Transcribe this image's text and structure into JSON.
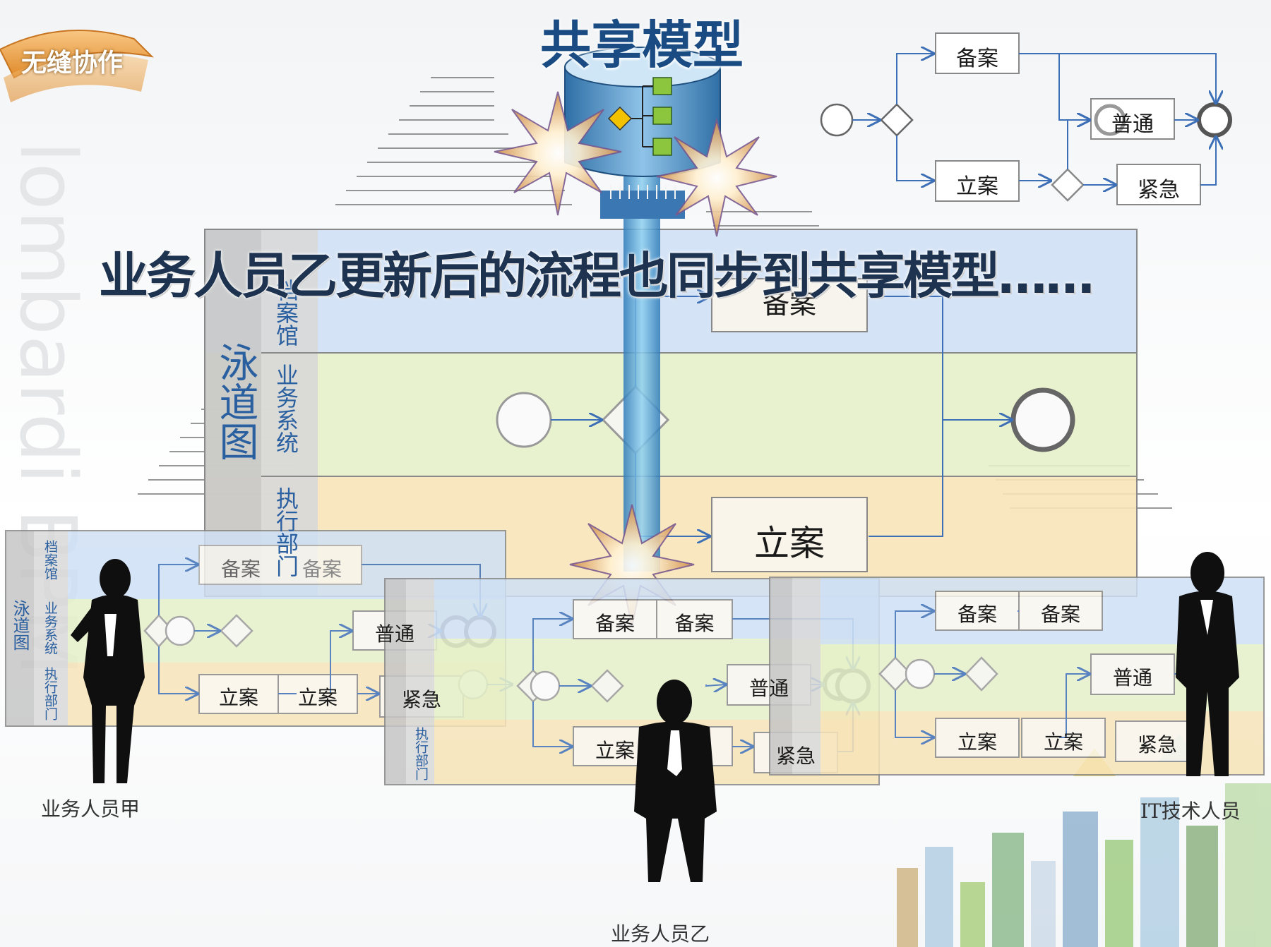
{
  "badge": {
    "label": "无缝协作"
  },
  "shared_model": {
    "title": "共享模型"
  },
  "caption": "业务人员乙更新后的流程也同步到共享模型……",
  "swimlane_main": {
    "title": "泳道图",
    "lanes": [
      "档案馆",
      "业务系统",
      "执行部门"
    ],
    "nodes": {
      "archive": "备案",
      "file": "立案"
    }
  },
  "top_right_flow": {
    "archive": "备案",
    "file": "立案",
    "normal": "普通",
    "urgent": "紧急"
  },
  "left_flow": {
    "title": "泳道图",
    "lanes": [
      "档案馆",
      "业务系统",
      "执行部门"
    ],
    "archive1": "备案",
    "archive2": "备案",
    "normal": "普通",
    "file1": "立案",
    "file2": "立案",
    "urgent": "紧急"
  },
  "middle_flow": {
    "lanes": [
      "执行部门"
    ],
    "archive1": "备案",
    "archive2": "备案",
    "normal": "普通",
    "file": "立案",
    "urgent": "紧急"
  },
  "right_flow": {
    "archive1": "备案",
    "archive2": "备案",
    "normal": "普通",
    "file1": "立案",
    "file2": "立案",
    "urgent": "紧急"
  },
  "people": {
    "a": "业务人员甲",
    "b": "业务人员乙",
    "it": "IT技术人员"
  }
}
